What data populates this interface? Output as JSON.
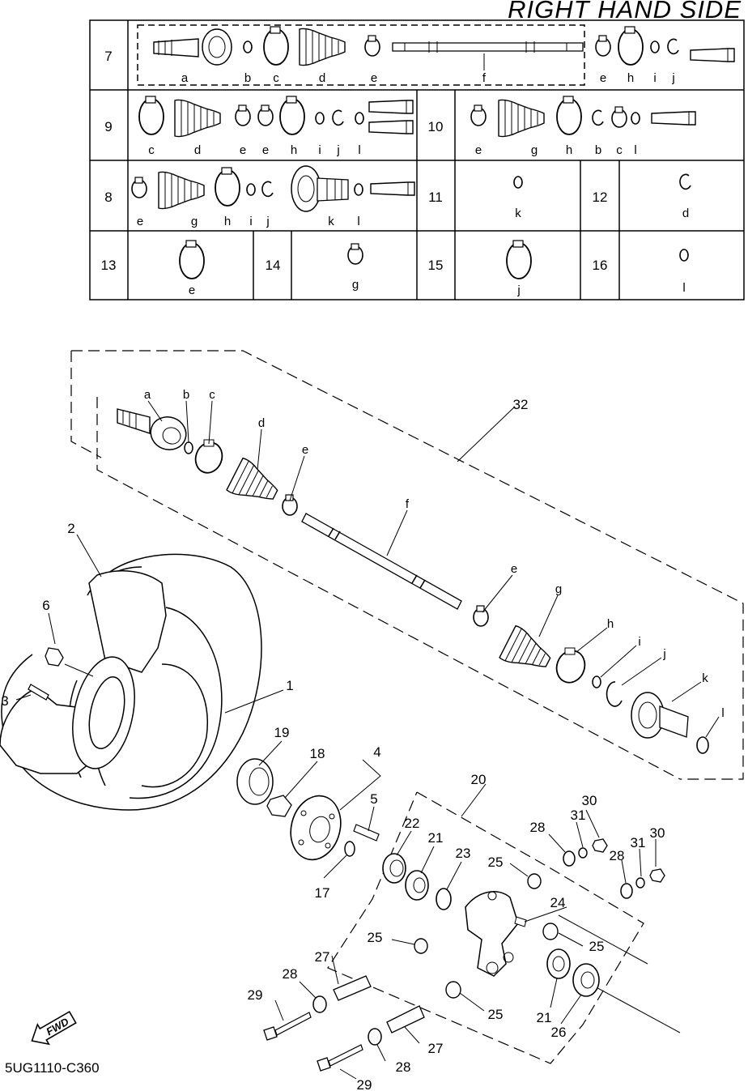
{
  "title": "RIGHT HAND SIDE",
  "drawing_code": "5UG1110-C360",
  "fwd_label": "FWD",
  "table": {
    "rows": [
      {
        "num": "7",
        "labels": [
          "a",
          "b",
          "c",
          "d",
          "e",
          "f",
          "e",
          "h",
          "i",
          "j"
        ]
      },
      {
        "num": "9",
        "labels": [
          "c",
          "d",
          "e",
          "e",
          "h",
          "i",
          "j",
          "l"
        ]
      },
      {
        "num": "10",
        "labels": [
          "e",
          "g",
          "h",
          "b",
          "c",
          "l"
        ]
      },
      {
        "num": "8",
        "labels": [
          "e",
          "g",
          "h",
          "i",
          "j",
          "k",
          "l"
        ]
      },
      {
        "num": "11",
        "labels": [
          "k"
        ]
      },
      {
        "num": "12",
        "labels": [
          "d"
        ]
      },
      {
        "num": "13",
        "labels": [
          "e"
        ]
      },
      {
        "num": "14",
        "labels": [
          "g"
        ]
      },
      {
        "num": "15",
        "labels": [
          "j"
        ]
      },
      {
        "num": "16",
        "labels": [
          "l"
        ]
      }
    ]
  },
  "shaft_labels": [
    "a",
    "b",
    "c",
    "d",
    "e",
    "f",
    "e",
    "g",
    "h",
    "i",
    "j",
    "k",
    "l"
  ],
  "callouts": [
    "1",
    "2",
    "3",
    "4",
    "5",
    "6",
    "17",
    "18",
    "19",
    "20",
    "21",
    "21",
    "22",
    "23",
    "24",
    "25",
    "25",
    "25",
    "25",
    "26",
    "27",
    "27",
    "28",
    "28",
    "28",
    "28",
    "29",
    "29",
    "30",
    "30",
    "31",
    "31",
    "32"
  ]
}
